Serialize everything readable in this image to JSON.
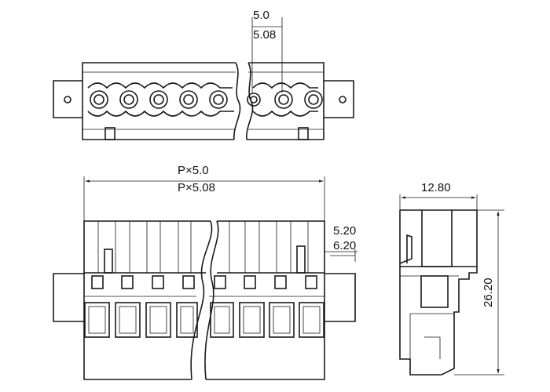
{
  "dimensions": {
    "pitch_top_a": "5.0",
    "pitch_top_b": "5.08",
    "total_a": "P×5.0",
    "total_b": "P×5.08",
    "offset_a": "5.20",
    "offset_b": "6.20",
    "depth": "12.80",
    "height": "26.20"
  },
  "colors": {
    "line": "#1a1a1a",
    "background": "#ffffff"
  }
}
